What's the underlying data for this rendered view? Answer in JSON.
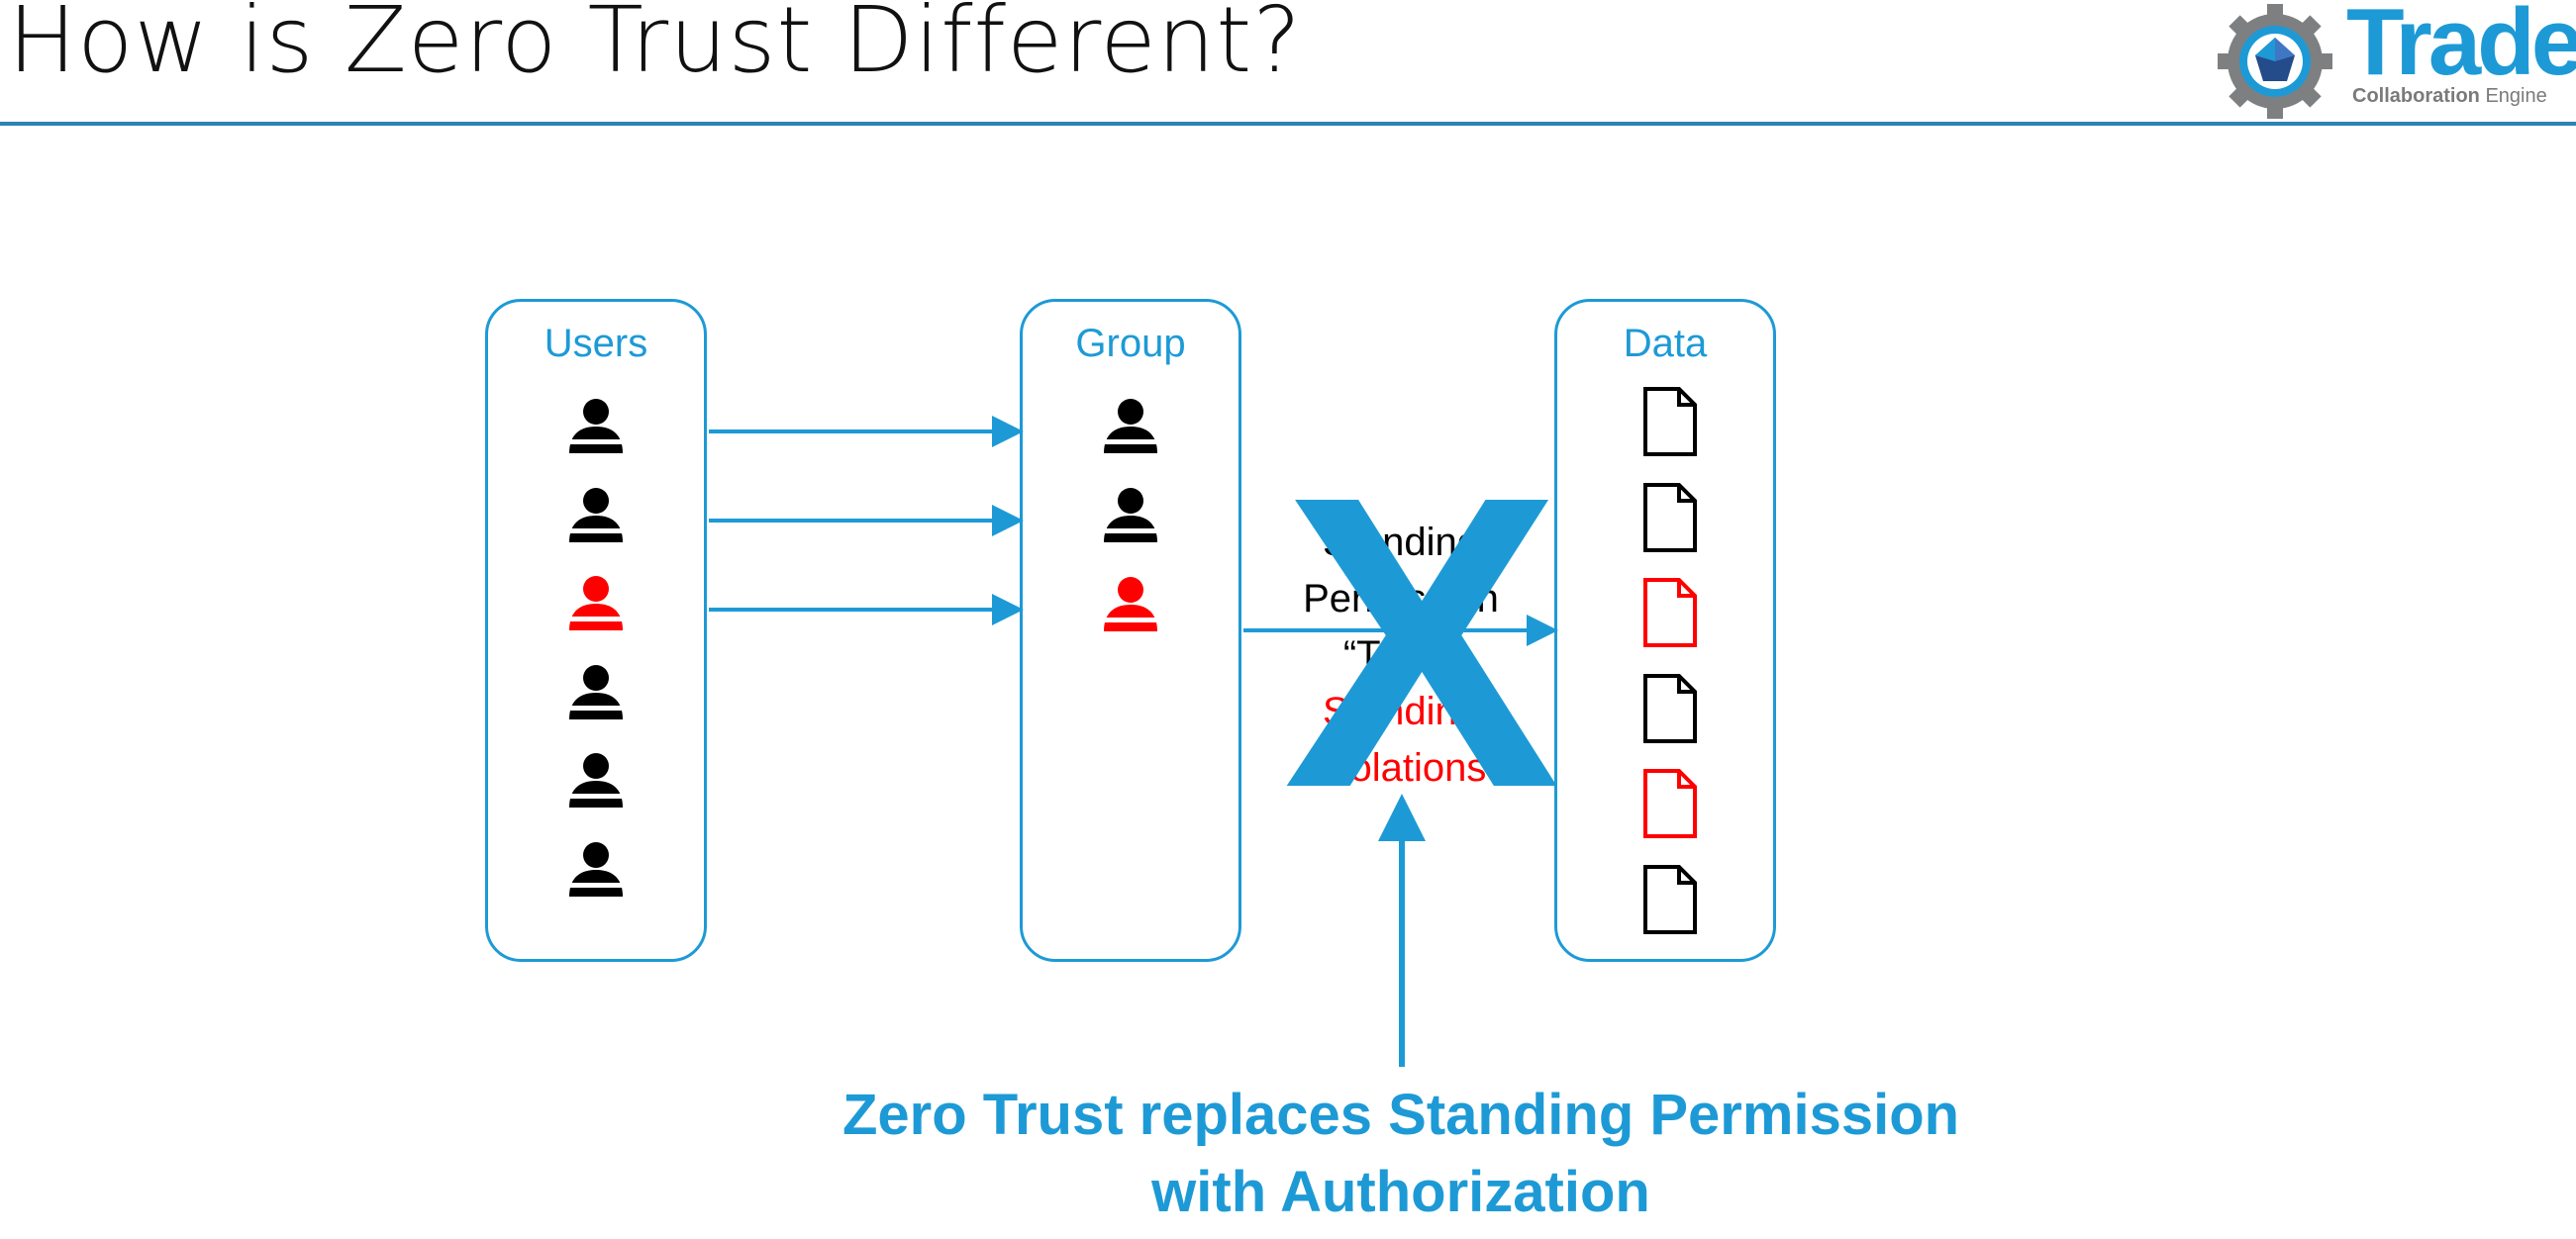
{
  "title": "How is Zero Trust Different?",
  "logo": {
    "word": "Trade",
    "tag_bold": "Collaboration",
    "tag_light": "Engine"
  },
  "boxes": {
    "users": {
      "label": "Users",
      "icons": [
        "person-black",
        "person-black",
        "person-red",
        "person-black",
        "person-black",
        "person-black"
      ]
    },
    "group": {
      "label": "Group",
      "icons": [
        "person-black",
        "person-black",
        "person-red"
      ]
    },
    "data": {
      "label": "Data",
      "icons": [
        "document-black",
        "document-black",
        "document-red",
        "document-black",
        "document-red",
        "document-black"
      ]
    }
  },
  "middle": {
    "line1": "Standing",
    "line2": "Permission",
    "line3": "“Trust”",
    "line4": "Standing",
    "line5": "Violations",
    "cross": "X"
  },
  "caption": {
    "line1": "Zero Trust replaces Standing Permission",
    "line2": "with Authorization"
  },
  "colors": {
    "accent": "#1d9ad6",
    "violation": "#ff0000",
    "normal": "#000000",
    "rule": "#2a83b5"
  }
}
